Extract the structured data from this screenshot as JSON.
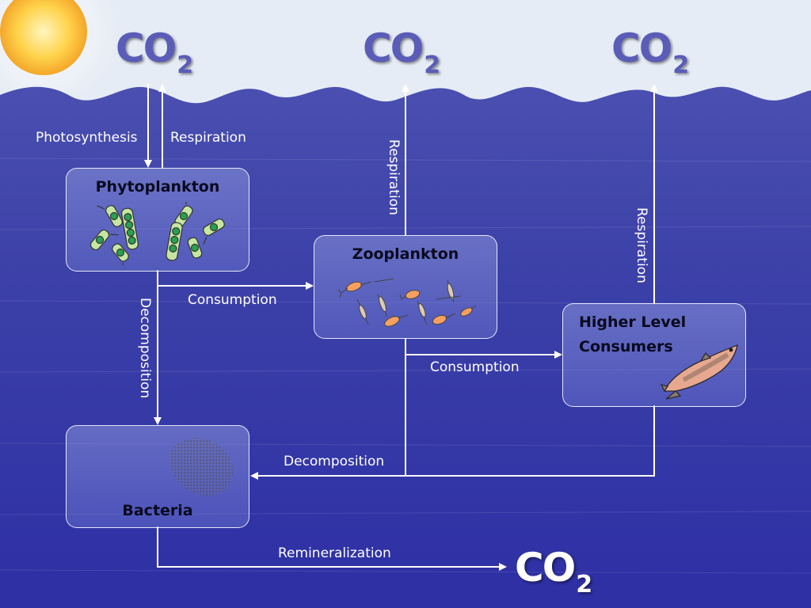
{
  "title": "",
  "co2_label": {
    "main": "CO",
    "sub": "2"
  },
  "nodes": {
    "phytoplankton": "Phytoplankton",
    "zooplankton": "Zooplankton",
    "higher_consumers_line1": "Higher Level",
    "higher_consumers_line2": "Consumers",
    "bacteria": "Bacteria"
  },
  "edges": {
    "photosynthesis": "Photosynthesis",
    "respiration_phyto": "Respiration",
    "respiration_zoo": "Respiration",
    "respiration_higher": "Respiration",
    "consumption_phyto_zoo": "Consumption",
    "consumption_zoo_higher": "Consumption",
    "decomposition_phyto": "Decomposition",
    "decomposition_others": "Decomposition",
    "remineralization": "Remineralization"
  },
  "colors": {
    "sky": "#e6ecf5",
    "ocean_top": "#3a3f9e",
    "ocean_bottom": "#2a2aa8",
    "sun": "#ffd24a",
    "sky_co2": "#5a5cb8",
    "box_fill": "#8c96dc",
    "plankton_green": "#28a050",
    "zooplankton_orange": "#f5a060",
    "fish": "#e8a890"
  },
  "icons": [
    "sun-icon",
    "phytoplankton-cells-icon",
    "zooplankton-icon",
    "fish-icon",
    "bacteria-cluster-icon"
  ]
}
